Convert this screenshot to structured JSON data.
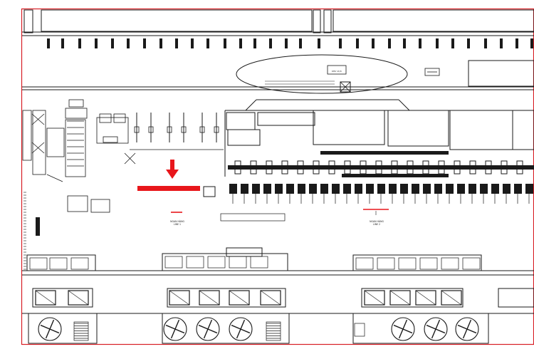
{
  "drawing": {
    "border_color": "#d81f26",
    "line_color": "#1a1a1a",
    "accent_color": "#e8161b",
    "hatch_color": "#333333"
  },
  "annotations": {
    "zone_a_label": "NGAN HÀNG",
    "zone_a_sub": "LINE 1",
    "zone_b_label": "NGAN HÀNG",
    "zone_b_sub": "LINE 2",
    "oval_label": "KHU VỰC"
  },
  "icons": {
    "marker": "down-arrow-icon",
    "fan": "ventilation-fan-icon"
  }
}
